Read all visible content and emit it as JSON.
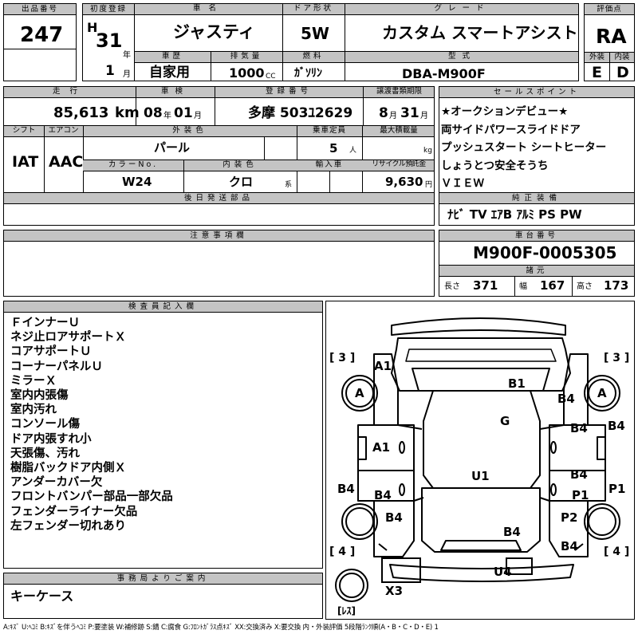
{
  "labels": {
    "lot": "出品番号",
    "first_reg": "初度登録",
    "car_name": "車名",
    "door": "ドア形状",
    "grade": "グレード",
    "score": "評価点",
    "history": "車歴",
    "displacement": "排気量",
    "fuel": "燃料",
    "model": "型式",
    "exterior": "外装",
    "interior": "内装",
    "mileage": "走行",
    "inspection": "車検",
    "reg_no": "登録番号",
    "transfer": "譲渡書類期限",
    "sales_points": "セールスポイント",
    "shift": "シフト",
    "aircon": "エアコン",
    "ext_color": "外装色",
    "capacity": "乗車定員",
    "max_load": "最大積載量",
    "color_no": "カラーNo.",
    "int_color": "内装色",
    "import": "輸入車",
    "recycle": "リサイクル預託金",
    "later_parts": "後日発送部品",
    "genuine": "純正装備",
    "notes": "注意事項欄",
    "chassis": "車台番号",
    "specs": "諸元",
    "inspector": "検査員記入欄",
    "office": "事務局よりご案内",
    "year_unit": "年",
    "month_unit": "月",
    "cc": "CC",
    "km": "km",
    "person": "人",
    "kg": "kg",
    "yen": "円",
    "kei": "系",
    "len": "長さ",
    "width": "幅",
    "height": "高さ"
  },
  "car": {
    "lot_no": "247",
    "era": "H",
    "year": "31",
    "month": "1",
    "name": "ジャスティ",
    "door": "5W",
    "grade": "カスタム スマートアシスト",
    "score": "RA",
    "history": "自家用",
    "displacement": "1000",
    "fuel": "ｶﾞｿﾘﾝ",
    "model": "DBA-M900F",
    "ext_score": "E",
    "int_score": "D",
    "mileage": "85,613",
    "inspection_y": "08",
    "inspection_m": "01",
    "plate": "多摩 503ﾕ2629",
    "transfer_m": "8",
    "transfer_d": "31",
    "shift": "IAT",
    "aircon": "AAC",
    "color": "パール",
    "capacity": "5",
    "color_no": "W24",
    "int_color": "クロ",
    "recycle": "9,630",
    "chassis_no": "M900F-0005305",
    "length": "371",
    "width": "167",
    "height": "173"
  },
  "sales_points": [
    "★オークションデビュー★",
    "両サイドパワースライドドア",
    "プッシュスタート シートヒーター",
    "しょうとつ安全そうち",
    "ＶＩＥＷ"
  ],
  "genuine_equipment": "ﾅﾋﾞ TV ｴｱB ｱﾙﾐ PS PW",
  "inspector_notes": [
    "ＦインナーＵ",
    "ネジ止ロアサポートＸ",
    "コアサポートＵ",
    "コーナーパネルＵ",
    "ミラーＸ",
    "室内内張傷",
    "室内汚れ",
    "コンソール傷",
    "ドア内張すれ小",
    "天張傷、汚れ",
    "樹脂バックドア内側Ｘ",
    "アンダーカバー欠",
    "フロントバンパー部品一部欠品",
    "フェンダーライナー欠品",
    "左フェンダー切れあり"
  ],
  "office_note": "キーケース",
  "diagram": {
    "tire_nums": [
      "[ 3 ]",
      "[ 3 ]",
      "[ 4 ]",
      "[ 4 ]"
    ],
    "spare": "[ﾚｽ]",
    "marks": {
      "a1_top": "A1",
      "b1": "B1",
      "a_left": "A",
      "a_right": "A",
      "b4_r1": "B4",
      "g": "G",
      "a1_left": "A1",
      "b4_r2": "B4",
      "b4_far": "B4",
      "u1": "U1",
      "b4_l1": "B4",
      "b4_l2": "B4",
      "b4_r3": "B4",
      "p1": "P1",
      "p1_far": "P1",
      "b4_l3": "B4",
      "p2": "P2",
      "b4_c": "B4",
      "b4_r4": "B4",
      "u4": "U4",
      "x3": "X3"
    }
  },
  "legend": "A:ｷｽﾞ U:ﾍｺﾐ B:ｷｽﾞを伴うﾍｺﾐ P:要塗装 W:補修跡 S:錆 C:腐食 G:ﾌﾛﾝﾄｶﾞﾗｽ点ｷｽﾞ XX:交換済み X:要交換 内・外装評価 5段階ﾗﾝｸ順(A・B・C・D・E) 1"
}
